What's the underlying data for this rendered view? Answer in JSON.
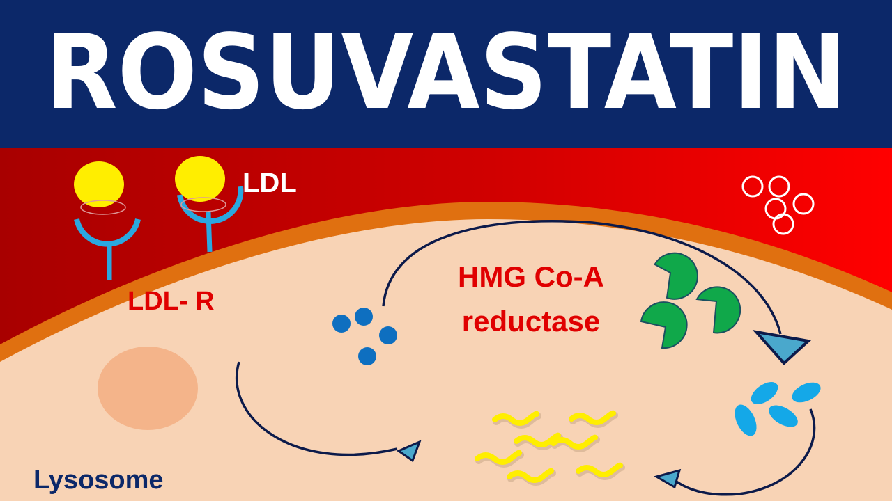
{
  "title": "ROSUVASTATIN",
  "labels": {
    "ldl": "LDL",
    "ldl_receptor": "LDL- R",
    "enzyme_line1": "HMG Co-A",
    "enzyme_line2": "reductase",
    "lysosome": "Lysosome"
  },
  "colors": {
    "title_bar": "#0c2869",
    "blood_dark": "#b00000",
    "blood_bright": "#ff0000",
    "membrane": "#e07010",
    "cytoplasm": "#f8d3b5",
    "label_red": "#e00000",
    "label_navy": "#0c2869",
    "ldl_particle": "#ffee00",
    "receptor": "#2aa8e0",
    "enzyme": "#10a84a"
  }
}
